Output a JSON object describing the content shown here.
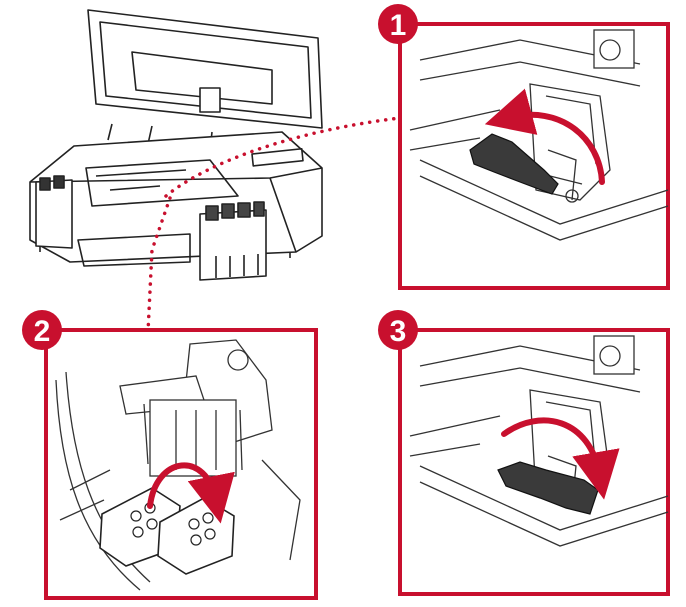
{
  "colors": {
    "accent": "#c8102e",
    "line": "#222222",
    "tank_gray": "#444444",
    "lever_dark": "#3a3a3a"
  },
  "panels": [
    {
      "id": "step-1",
      "number": "1",
      "arrow_direction": "counter-clockwise",
      "lever_state": "raised"
    },
    {
      "id": "step-2",
      "number": "2",
      "arrow_direction": "clockwise",
      "lever_state": "print-heads"
    },
    {
      "id": "step-3",
      "number": "3",
      "arrow_direction": "clockwise",
      "lever_state": "lowered"
    }
  ],
  "icons": [
    "printer-illustration",
    "rotation-arrow-icon",
    "dotted-leader-line"
  ]
}
